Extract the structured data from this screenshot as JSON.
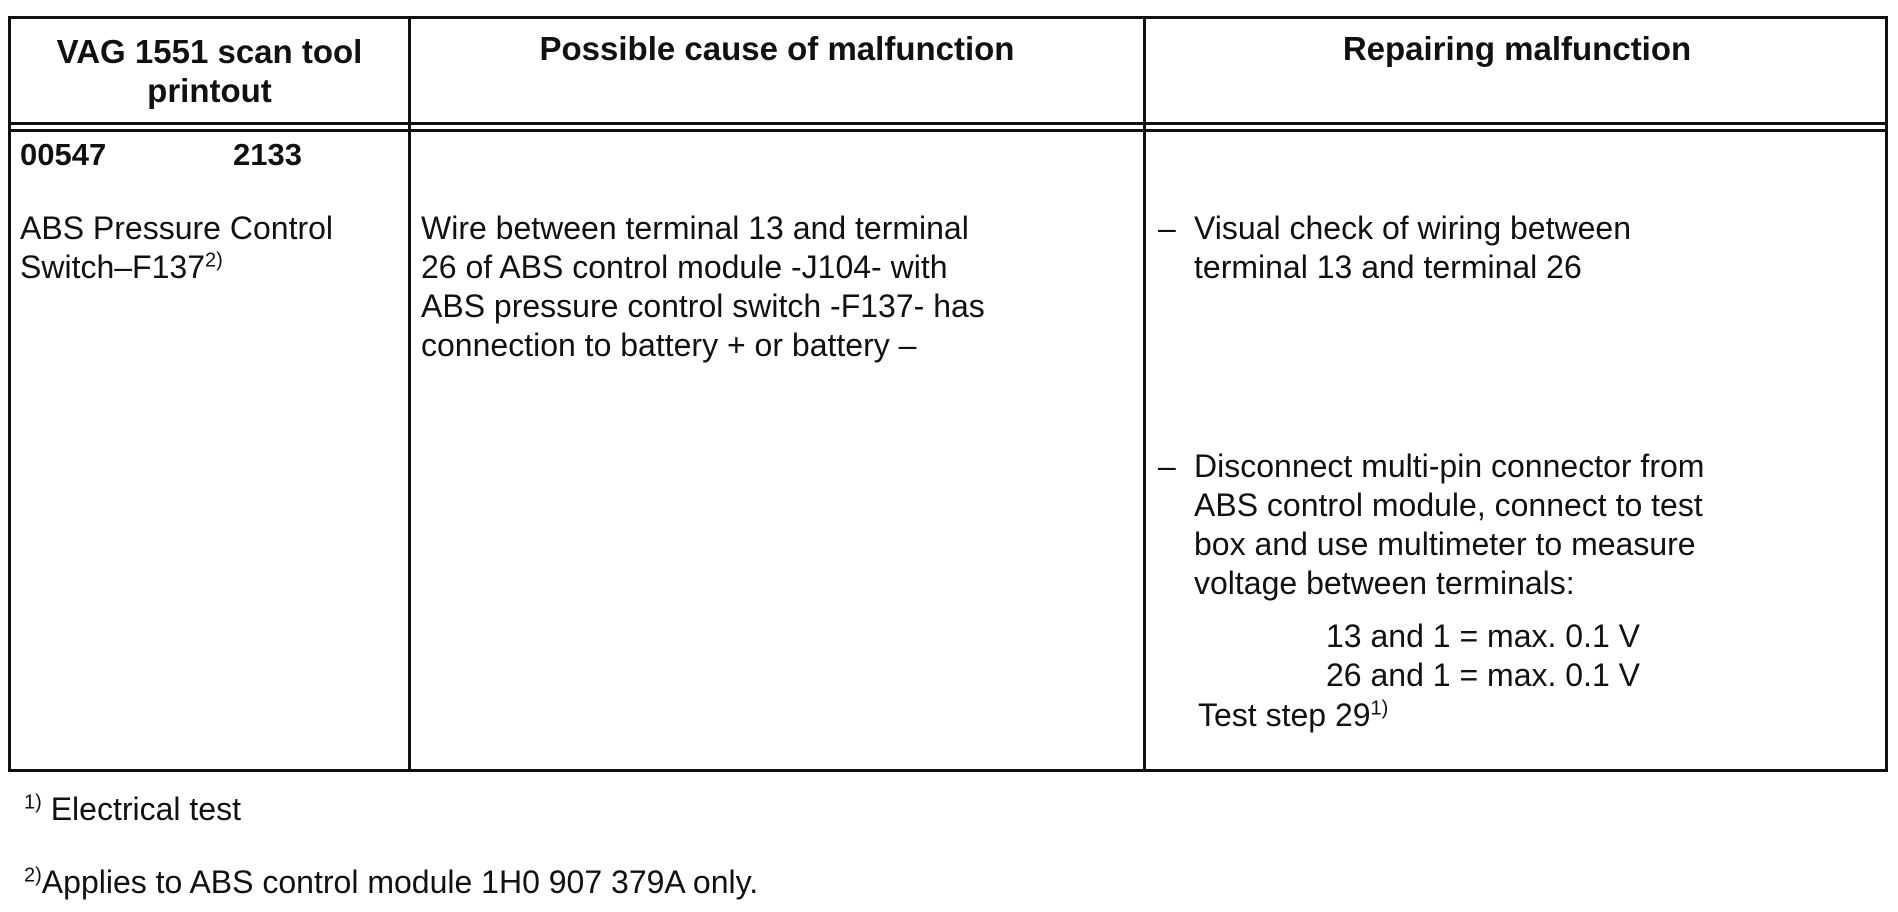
{
  "table": {
    "headers": {
      "col1_line1": "VAG 1551 scan tool",
      "col1_line2": "printout",
      "col2": "Possible cause of malfunction",
      "col3": "Repairing malfunction"
    },
    "row": {
      "fault_code": "00547",
      "fault_subcode": "2133",
      "component_line1": "ABS Pressure Control",
      "component_line2": "Switch–F137",
      "component_sup": "2)",
      "cause_lines": [
        "Wire between terminal 13 and terminal",
        "26 of ABS control module -J104- with",
        "ABS pressure control switch -F137- has",
        "connection to battery + or battery  –"
      ],
      "repair_step1_dash": "–",
      "repair_step1_lines": [
        "Visual check of wiring between",
        "terminal 13 and terminal 26"
      ],
      "repair_step2_dash": "–",
      "repair_step2_lines": [
        "Disconnect multi-pin connector from",
        "ABS control module, connect to test",
        "box and use multimeter to measure",
        "voltage between terminals:"
      ],
      "voltage_lines": [
        "13 and 1 = max. 0.1 V",
        "26 and 1 = max. 0.1 V"
      ],
      "test_step": "Test step 29",
      "test_step_sup": "1)"
    }
  },
  "footnotes": [
    {
      "mark": "1)",
      "text": "Electrical test"
    },
    {
      "mark": "2)",
      "text": "Applies to ABS control module 1H0 907 379A only."
    }
  ]
}
